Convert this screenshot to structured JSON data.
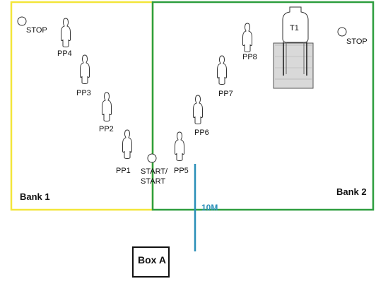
{
  "colors": {
    "bank1_border": "#f3e63a",
    "bank2_border": "#2e9e3f",
    "distance_line": "#2a8fb8",
    "target_fill": "#d9d9d9"
  },
  "banks": [
    {
      "id": "bank1",
      "label": "Bank 1"
    },
    {
      "id": "bank2",
      "label": "Bank 2"
    }
  ],
  "stops": {
    "left": "STOP",
    "right": "STOP"
  },
  "start": {
    "line1": "START/",
    "line2": "START"
  },
  "poppers": {
    "pp1": "PP1",
    "pp2": "PP2",
    "pp3": "PP3",
    "pp4": "PP4",
    "pp5": "PP5",
    "pp6": "PP6",
    "pp7": "PP7",
    "pp8": "PP8"
  },
  "target": {
    "label": "T1"
  },
  "distance": {
    "label": "10M"
  },
  "box": {
    "label": "Box A"
  },
  "icons": {
    "popper": "popper-silhouette-icon",
    "stop": "stop-marker-icon",
    "start": "start-marker-icon",
    "target": "target-t1-icon"
  }
}
